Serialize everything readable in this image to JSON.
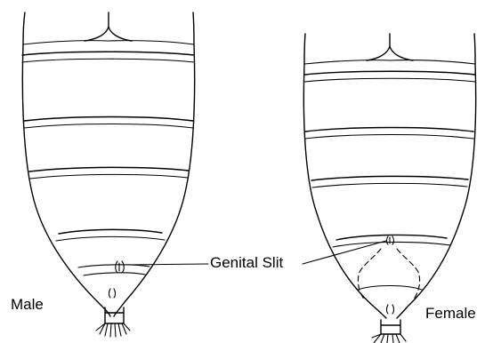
{
  "labels": {
    "male": "Male",
    "female": "Female",
    "genital_slit": "Genital Slit"
  }
}
